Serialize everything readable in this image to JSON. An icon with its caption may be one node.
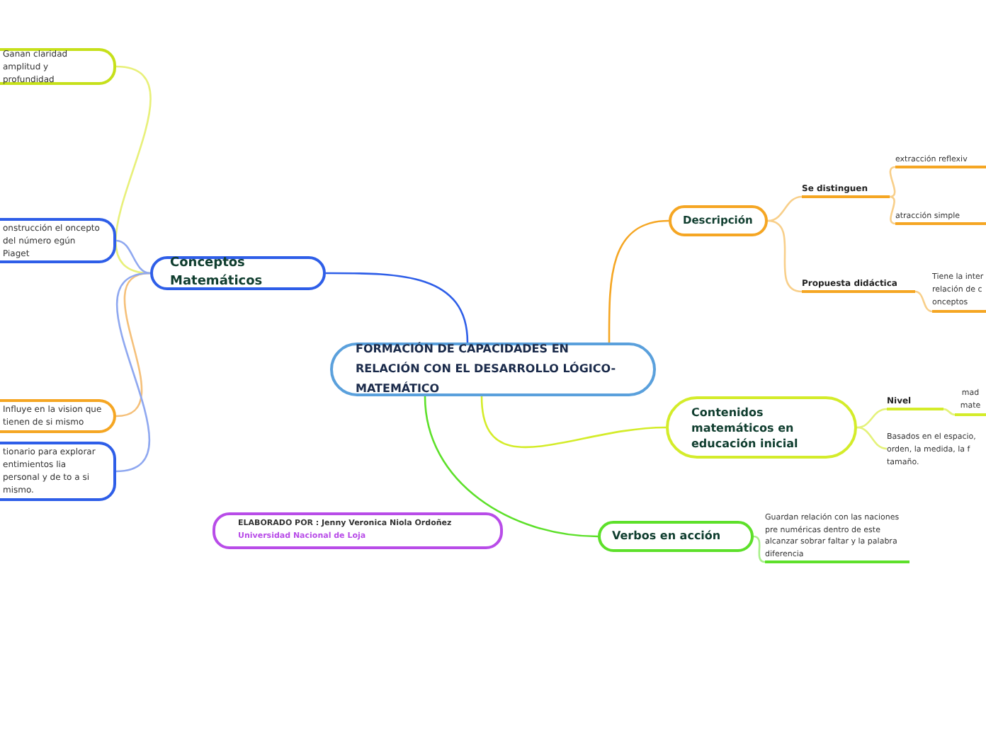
{
  "diagram": {
    "nodes": [
      {
        "text": [
          "FORMACIÓN DE CAPACIDADES EN RELACIÓN CON EL DESARROLLO LÓGICO-MATEMÁTICO"
        ]
      },
      {
        "text": [
          "Conceptos Matemáticos"
        ]
      },
      {
        "text": [
          "Ganan claridad amplitud y profundidad"
        ]
      },
      {
        "text": [
          "onstrucción el oncepto del número egún Piaget"
        ]
      },
      {
        "text": [
          "Influye en la vision que tienen de si mismo"
        ]
      },
      {
        "text": [
          "tionario para explorar entimientos lia personal y de to a si mismo."
        ]
      },
      {
        "text": [
          "Descripción"
        ]
      },
      {
        "text": [
          "Se distinguen"
        ]
      },
      {
        "text": [
          "extracción reflexiv"
        ]
      },
      {
        "text": [
          "atracción simple"
        ]
      },
      {
        "text": [
          "Propuesta didáctica"
        ]
      },
      {
        "text": [
          "Tiene la interrelación de conceptos"
        ]
      },
      {
        "text": [
          "Contenidos matemáticos en educación inicial"
        ]
      },
      {
        "text": [
          "Nivel"
        ]
      },
      {
        "text": [
          "mad mate"
        ]
      },
      {
        "text": [
          "Basados en el espacio, orden, la medida, la f tamaño."
        ]
      },
      {
        "text": [
          "Verbos en acción"
        ]
      },
      {
        "text": [
          "Guardan relación con las naciones pre numéricas dentro de este alcanzar sobrar faltar y la palabra diferencia"
        ]
      },
      {
        "text": [
          "ELABORADO POR :  Jenny Veronica Niola Ordoñez",
          "Universidad Nacional de Loja"
        ]
      }
    ],
    "edges": [
      {
        "from": 0,
        "to": 1,
        "arrow": "none",
        "color": "#2e5ee8"
      },
      {
        "from": 1,
        "to": 2,
        "arrow": "none",
        "color": "#e8f07a"
      },
      {
        "from": 1,
        "to": 3,
        "arrow": "none",
        "color": "#8fa8f0"
      },
      {
        "from": 1,
        "to": 4,
        "arrow": "none",
        "color": "#f5c07a"
      },
      {
        "from": 1,
        "to": 5,
        "arrow": "none",
        "color": "#8fa8f0"
      },
      {
        "from": 0,
        "to": 6,
        "arrow": "none",
        "color": "#f5a623"
      },
      {
        "from": 6,
        "to": 7,
        "arrow": "none",
        "color": "#f8cf8a"
      },
      {
        "from": 7,
        "to": 8,
        "arrow": "none",
        "color": "#f8cf8a"
      },
      {
        "from": 7,
        "to": 9,
        "arrow": "none",
        "color": "#f8cf8a"
      },
      {
        "from": 6,
        "to": 10,
        "arrow": "none",
        "color": "#f8cf8a"
      },
      {
        "from": 10,
        "to": 11,
        "arrow": "none",
        "color": "#f8cf8a"
      },
      {
        "from": 0,
        "to": 12,
        "arrow": "none",
        "color": "#d4ec2a"
      },
      {
        "from": 12,
        "to": 13,
        "arrow": "none",
        "color": "#e4f27a"
      },
      {
        "from": 13,
        "to": 14,
        "arrow": "none",
        "color": "#e4f27a"
      },
      {
        "from": 12,
        "to": 15,
        "arrow": "none",
        "color": "#e4f27a"
      },
      {
        "from": 0,
        "to": 16,
        "arrow": "none",
        "color": "#5de02a"
      },
      {
        "from": 16,
        "to": 17,
        "arrow": "none",
        "color": "#a8f08a"
      }
    ]
  }
}
